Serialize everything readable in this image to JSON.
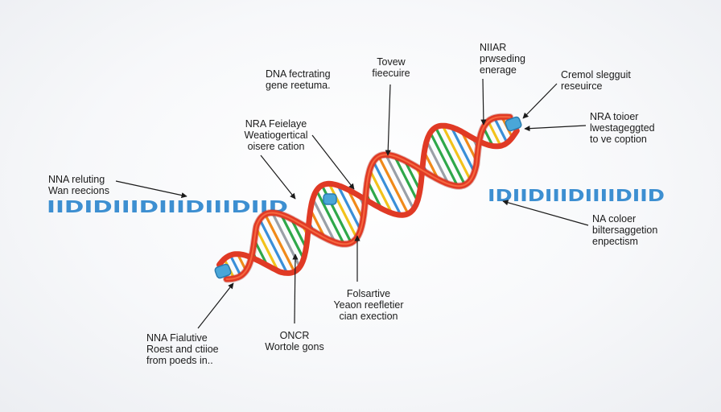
{
  "labels": {
    "l1": [
      "DNA fectrating",
      "gene reetuma."
    ],
    "l2": [
      "Tovew",
      "fieecuire"
    ],
    "l3": [
      "NIIAR",
      "prwseding",
      "enerage"
    ],
    "l4": [
      "Cremol slegguit",
      "reseuirce"
    ],
    "l5": [
      "NRA Feielaye",
      "Weatiogertical",
      "oisere cation"
    ],
    "l6": [
      "NRA toioer",
      "lwestageggted",
      "to ve coption"
    ],
    "l7": [
      "NNA reluting",
      "Wan reecions"
    ],
    "l8": [
      "NA coloer",
      "biltersaggetion",
      "enpectism"
    ],
    "l9": [
      "Folsartive",
      "Yeaon reefletier",
      "cian exection"
    ],
    "l10": [
      "NNA Fialutive",
      "Roest and ctiioe",
      "from poeds in.."
    ],
    "l11": [
      "ONCR",
      "Wortole gons"
    ]
  },
  "strands": {
    "left": "IIDIDIIIDIIIDIIIDIID",
    "right": "IDIIDIIIDIIIIDIID"
  },
  "colors": {
    "backbone": "#e03a25",
    "backbone_highlight": "#ff6a3d",
    "cap": "#4aa6d8",
    "strand": "#3d8fd1",
    "rung_green": "#2fa84a",
    "rung_yellow": "#f2c21b",
    "rung_blue": "#3a8fd8",
    "rung_orange": "#f08a1a",
    "rung_gray": "#9aa0a8",
    "line": "#1b1b1b"
  },
  "icons": {
    "cap": "nucleotide-cap-icon"
  }
}
